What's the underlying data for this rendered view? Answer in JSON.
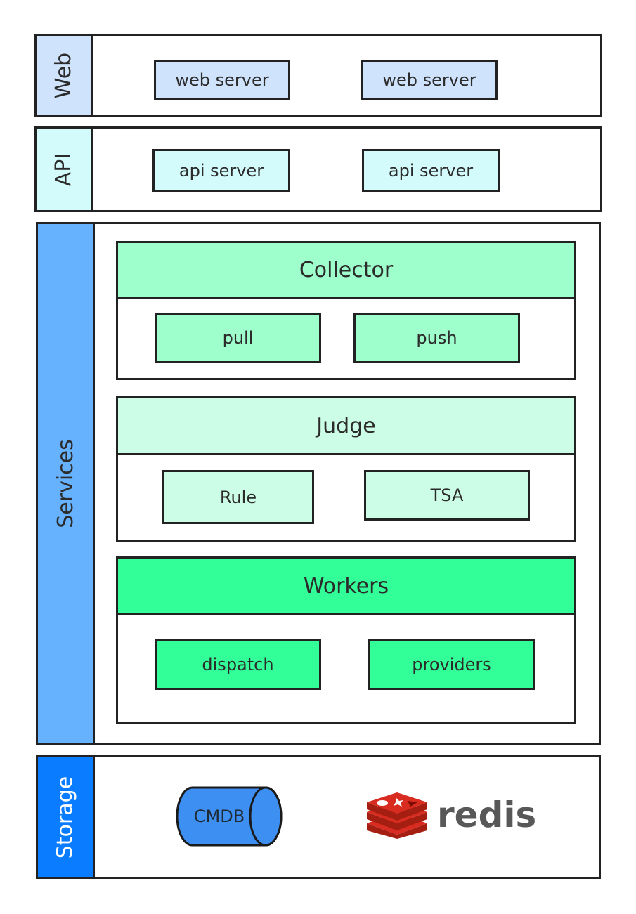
{
  "layers": {
    "web": {
      "label": "Web",
      "items": [
        "web server",
        "web server"
      ],
      "fill": "#cfe3fc"
    },
    "api": {
      "label": "API",
      "items": [
        "api server",
        "api server"
      ],
      "fill": "#d4fbfb"
    },
    "services": {
      "label": "Services",
      "fill": "#67b2ff",
      "groups": [
        {
          "title": "Collector",
          "items": [
            "pull",
            "push"
          ],
          "fill": "#9effcc"
        },
        {
          "title": "Judge",
          "items": [
            "Rule",
            "TSA"
          ],
          "fill": "#ccfde6"
        },
        {
          "title": "Workers",
          "items": [
            "dispatch",
            "providers"
          ],
          "fill": "#33ff99"
        }
      ]
    },
    "storage": {
      "label": "Storage",
      "fill": "#0a7cff",
      "cmdb": "CMDB",
      "redis_logo_text": "redis"
    }
  }
}
